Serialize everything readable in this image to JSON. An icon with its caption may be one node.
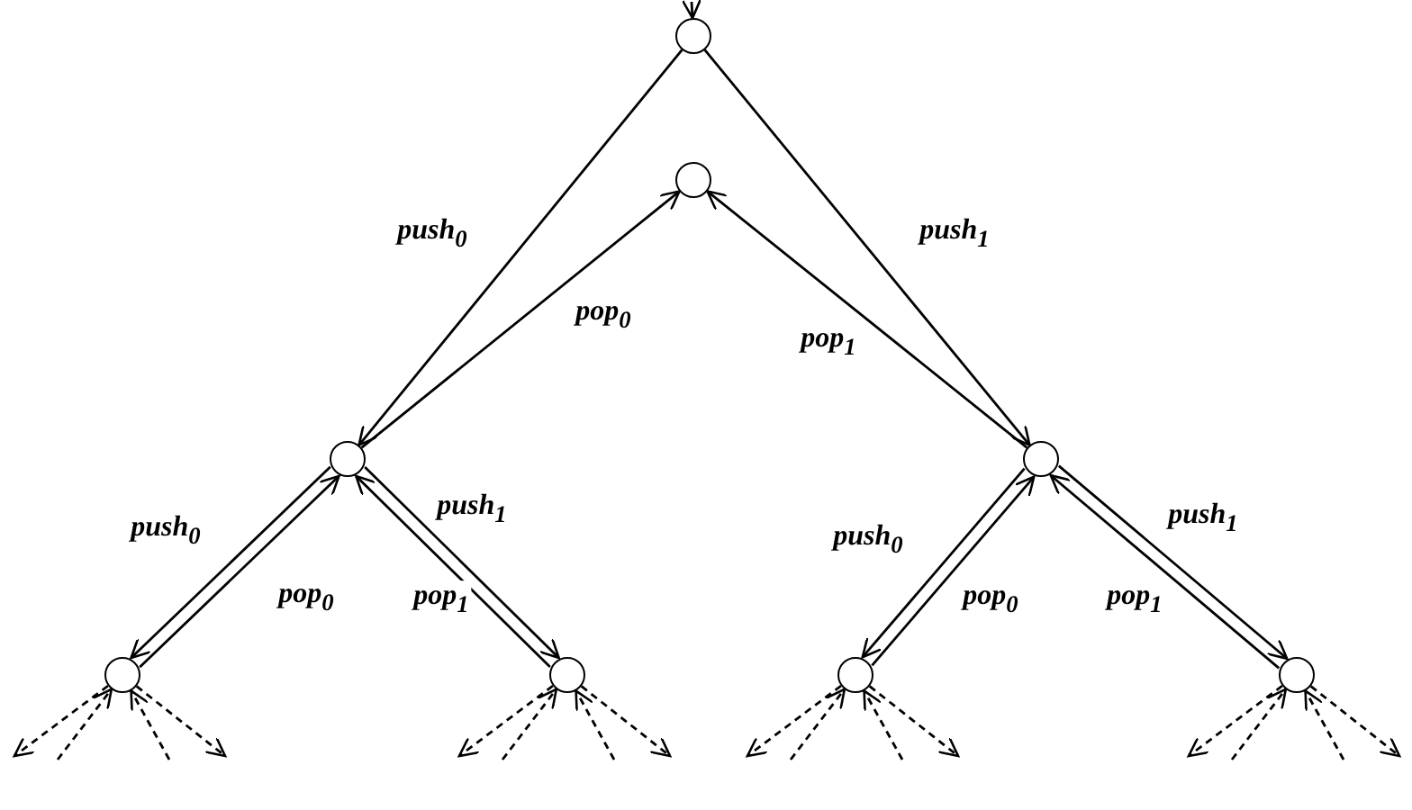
{
  "diagram": {
    "nodes": [
      {
        "text": [],
        "shape": "circle"
      },
      {
        "text": [],
        "shape": "circle"
      },
      {
        "text": [],
        "shape": "circle"
      },
      {
        "text": [],
        "shape": "circle"
      },
      {
        "text": [],
        "shape": "circle"
      },
      {
        "text": [],
        "shape": "circle"
      },
      {
        "text": [],
        "shape": "circle"
      },
      {
        "text": [],
        "shape": "circle"
      }
    ],
    "edges": [
      {
        "from": null,
        "to": 0,
        "arrow": "to"
      },
      {
        "from": 0,
        "to": 2,
        "arrow": "to",
        "label": "push$_{0}$"
      },
      {
        "from": 0,
        "to": 3,
        "arrow": "to",
        "label": "push$_{1}$"
      },
      {
        "from": 2,
        "to": 1,
        "arrow": "to",
        "label": "pop$_{0}$"
      },
      {
        "from": 3,
        "to": 1,
        "arrow": "to",
        "label": "pop$_{1}$"
      },
      {
        "from": 2,
        "to": 4,
        "arrow": "to",
        "label": "push$_{0}$"
      },
      {
        "from": 4,
        "to": 2,
        "arrow": "to",
        "label": "pop$_{0}$"
      },
      {
        "from": 2,
        "to": 5,
        "arrow": "to",
        "label": "push$_{1}$"
      },
      {
        "from": 5,
        "to": 2,
        "arrow": "to",
        "label": "pop$_{1}$"
      },
      {
        "from": 3,
        "to": 6,
        "arrow": "to",
        "label": "push$_{0}$"
      },
      {
        "from": 6,
        "to": 3,
        "arrow": "to",
        "label": "pop$_{0}$"
      },
      {
        "from": 3,
        "to": 7,
        "arrow": "to",
        "label": "push$_{1}$"
      },
      {
        "from": 7,
        "to": 3,
        "arrow": "to",
        "label": "pop$_{1}$"
      },
      {
        "from": 4,
        "to": null,
        "arrow": "to",
        "style": "dashed"
      },
      {
        "from": null,
        "to": 4,
        "arrow": "to",
        "style": "dashed"
      },
      {
        "from": null,
        "to": 4,
        "arrow": "to",
        "style": "dashed"
      },
      {
        "from": 4,
        "to": null,
        "arrow": "to",
        "style": "dashed"
      },
      {
        "from": 5,
        "to": null,
        "arrow": "to",
        "style": "dashed"
      },
      {
        "from": null,
        "to": 5,
        "arrow": "to",
        "style": "dashed"
      },
      {
        "from": null,
        "to": 5,
        "arrow": "to",
        "style": "dashed"
      },
      {
        "from": 5,
        "to": null,
        "arrow": "to",
        "style": "dashed"
      },
      {
        "from": 6,
        "to": null,
        "arrow": "to",
        "style": "dashed"
      },
      {
        "from": null,
        "to": 6,
        "arrow": "to",
        "style": "dashed"
      },
      {
        "from": null,
        "to": 6,
        "arrow": "to",
        "style": "dashed"
      },
      {
        "from": 6,
        "to": null,
        "arrow": "to",
        "style": "dashed"
      },
      {
        "from": 7,
        "to": null,
        "arrow": "to",
        "style": "dashed"
      },
      {
        "from": null,
        "to": 7,
        "arrow": "to",
        "style": "dashed"
      },
      {
        "from": null,
        "to": 7,
        "arrow": "to",
        "style": "dashed"
      },
      {
        "from": 7,
        "to": null,
        "arrow": "to",
        "style": "dashed"
      }
    ]
  }
}
